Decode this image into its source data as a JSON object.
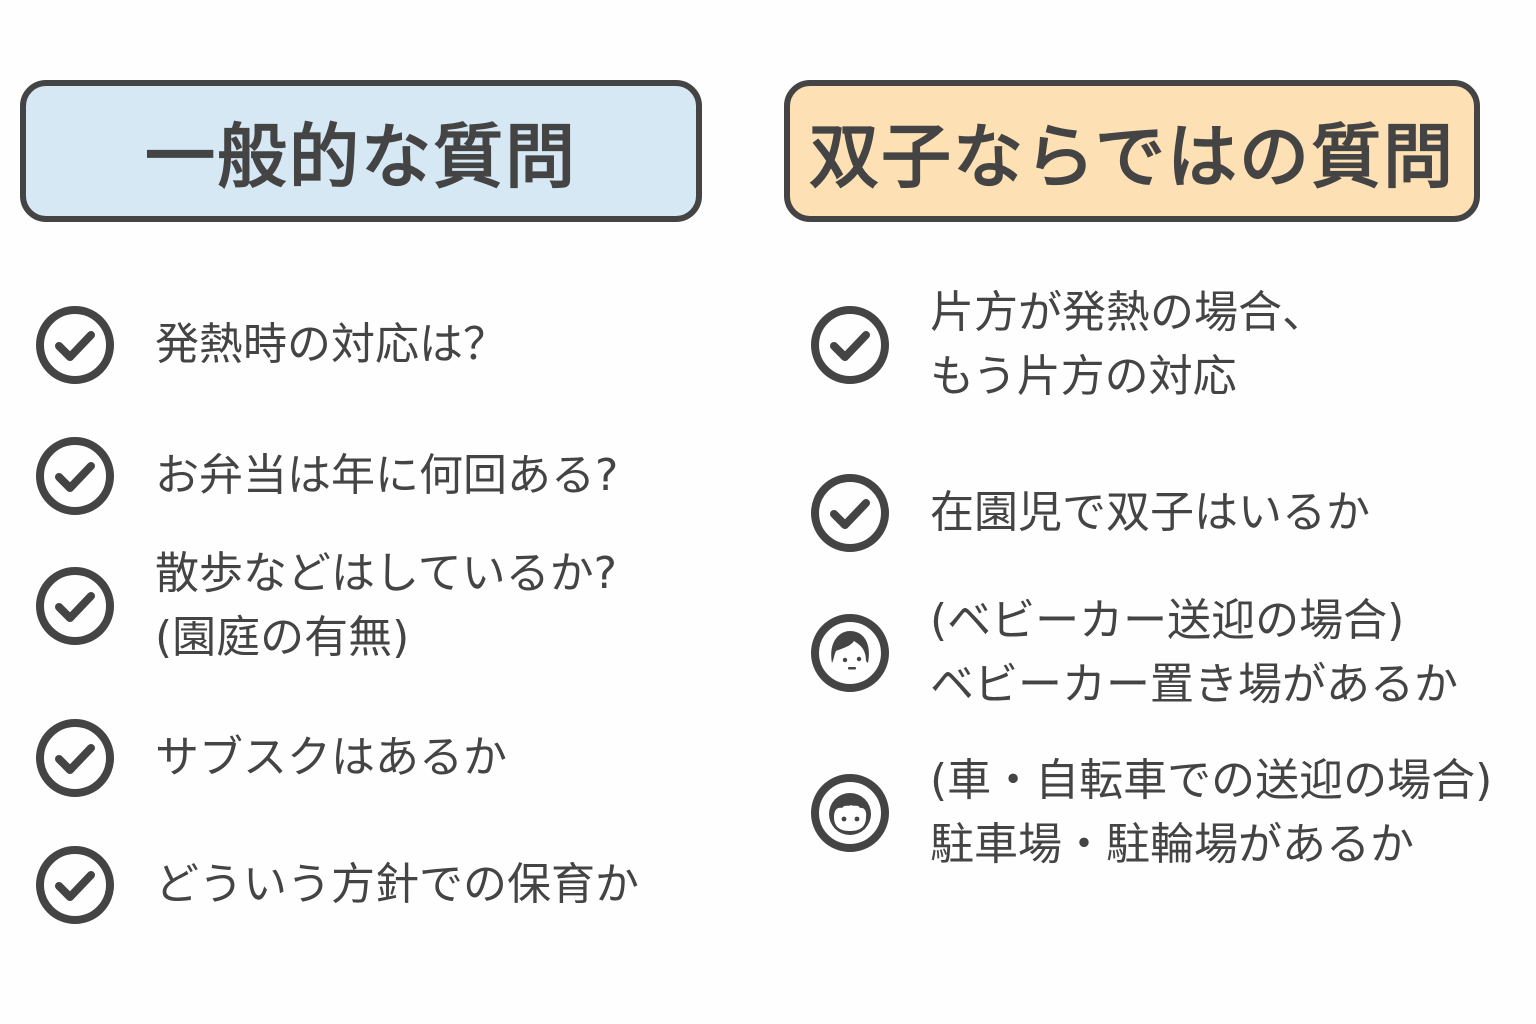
{
  "colors": {
    "left_header_bg": "#d6e8f3",
    "right_header_bg": "#fde0b4",
    "ink": "#444444"
  },
  "left": {
    "title": "一般的な質問",
    "items": [
      {
        "icon": "check-circle-icon",
        "lines": [
          "発熱時の対応は？"
        ]
      },
      {
        "icon": "check-circle-icon",
        "lines": [
          "お弁当は年に何回ある?"
        ]
      },
      {
        "icon": "check-circle-icon",
        "lines": [
          "散歩などはしているか?",
          "(園庭の有無)"
        ]
      },
      {
        "icon": "check-circle-icon",
        "lines": [
          "サブスクはあるか"
        ]
      },
      {
        "icon": "check-circle-icon",
        "lines": [
          "どういう方針での保育か"
        ]
      }
    ]
  },
  "right": {
    "title": "双子ならではの質問",
    "items": [
      {
        "icon": "check-circle-icon",
        "lines": [
          "片方が発熱の場合、",
          "もう片方の対応"
        ]
      },
      {
        "icon": "check-circle-icon",
        "lines": [
          "在園児で双子はいるか"
        ]
      },
      {
        "icon": "child-face-icon",
        "lines": [
          "(ベビーカー送迎の場合)",
          "ベビーカー置き場があるか"
        ]
      },
      {
        "icon": "boy-face-icon",
        "lines": [
          "(車・自転車での送迎の場合)",
          "駐車場・駐輪場があるか"
        ]
      }
    ]
  }
}
